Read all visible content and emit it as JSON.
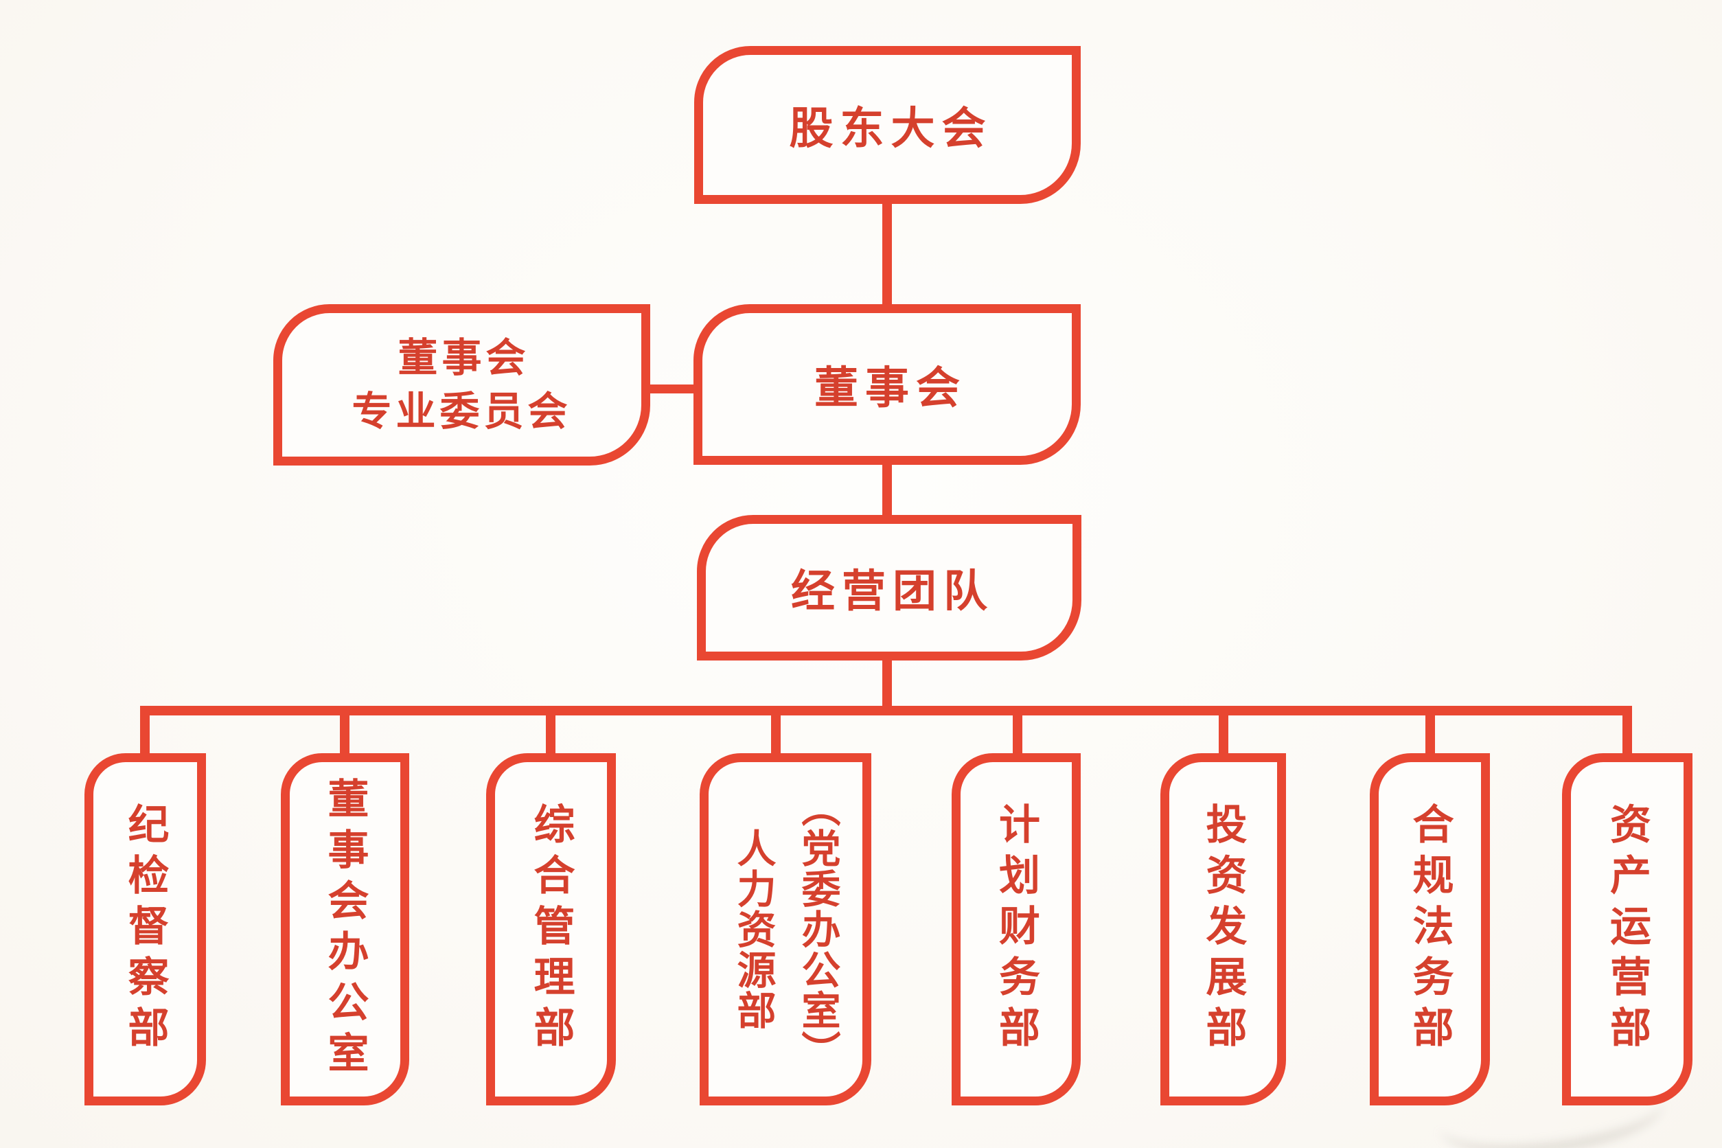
{
  "page": {
    "background_color": "#fcfaf6",
    "line_color": "#e94732",
    "text_color": "#d5402d"
  },
  "org_chart": {
    "nodes": {
      "shareholders": {
        "label": "股东大会"
      },
      "board": {
        "label": "董事会"
      },
      "board_committee": {
        "label": "董事会专业委员会",
        "line1": "董事会",
        "line2": "专业委员会"
      },
      "management": {
        "label": "经营团队"
      }
    },
    "departments": [
      {
        "label": "纪检督察部"
      },
      {
        "label": "董事会办公室"
      },
      {
        "label": "综合管理部"
      },
      {
        "label": "人力资源部（党委办公室）",
        "column_left": "人力资源部",
        "column_right": "︵党委办公室︶"
      },
      {
        "label": "计划财务部"
      },
      {
        "label": "投资发展部"
      },
      {
        "label": "合规法务部"
      },
      {
        "label": "资产运营部"
      }
    ]
  }
}
